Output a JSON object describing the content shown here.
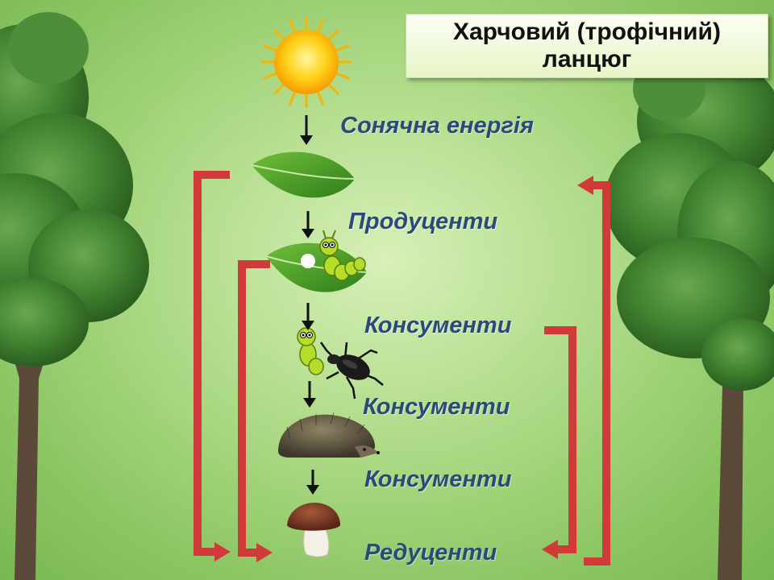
{
  "title": {
    "line1": "Харчовий (трофічний)",
    "line2": "ланцюг"
  },
  "chain": [
    {
      "label": "Сонячна енергія",
      "icon": "sun-icon"
    },
    {
      "label": "Продуценти",
      "icon": "leaf-icon"
    },
    {
      "label": "Консументи",
      "icon": "caterpillar-on-leaf-icon"
    },
    {
      "label": "Консументи",
      "icon": "beetle-with-caterpillar-icon"
    },
    {
      "label": "Консументи",
      "icon": "hedgehog-icon"
    },
    {
      "label": "Редуценти",
      "icon": "mushroom-icon"
    }
  ],
  "colors": {
    "label_text": "#2b4a7a",
    "bracket_arrow": "#d23a3a",
    "down_arrow": "#111111",
    "background": "#a9d784"
  }
}
